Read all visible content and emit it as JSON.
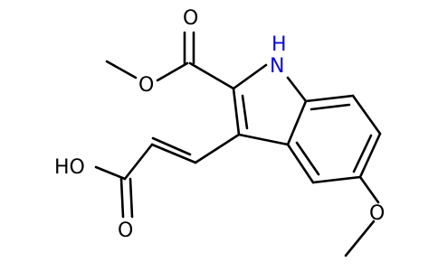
{
  "diagram": {
    "atoms": {
      "carbonyl_O_top": "O",
      "ester_O": "O",
      "NH": "H",
      "NH_N": "N",
      "OH": "HO",
      "carbonyl_O_bottom": "O",
      "methoxy_O": "O"
    },
    "colors": {
      "bond": "#000000",
      "nitrogen": "#0b0bdc",
      "oxygen": "#000000"
    }
  }
}
